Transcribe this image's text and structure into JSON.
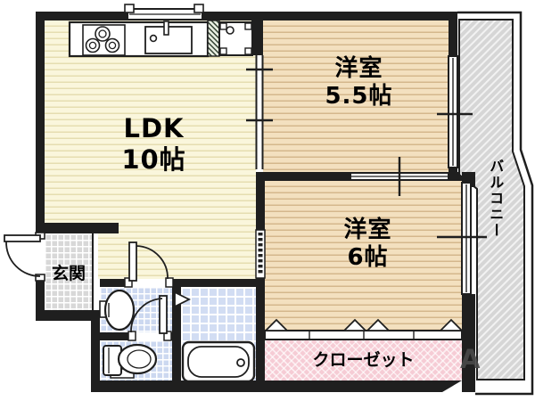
{
  "plan_type": "apartment-floor-plan",
  "rooms": {
    "ldk": {
      "name": "LDK",
      "size": "10帖"
    },
    "western_a": {
      "name": "洋室",
      "size": "5.5帖"
    },
    "western_b": {
      "name": "洋室",
      "size": "6帖"
    },
    "balcony": {
      "name": "バルコニー"
    },
    "entrance": {
      "name": "玄関"
    },
    "closet": {
      "name": "クローゼット"
    }
  },
  "fixtures": [
    "kitchen-stove",
    "kitchen-sink",
    "kitchen-window",
    "washing-machine-pan",
    "washbasin",
    "toilet",
    "bathtub",
    "entrance-door",
    "room-doors",
    "sliding-partitions",
    "closet-bifold-doors",
    "balcony-windows"
  ],
  "watermark": "A",
  "palette": {
    "wall": "#1f1f1f",
    "ldk_floor": "#faf6dc",
    "wood_floor": "#f3e0bf",
    "tile_blue": "#ccd8f0",
    "entrance_tile": "#d8d8d8",
    "closet_pink": "#f6ccd5",
    "balcony_gray": "#d6d6d6",
    "text": "#000000"
  }
}
